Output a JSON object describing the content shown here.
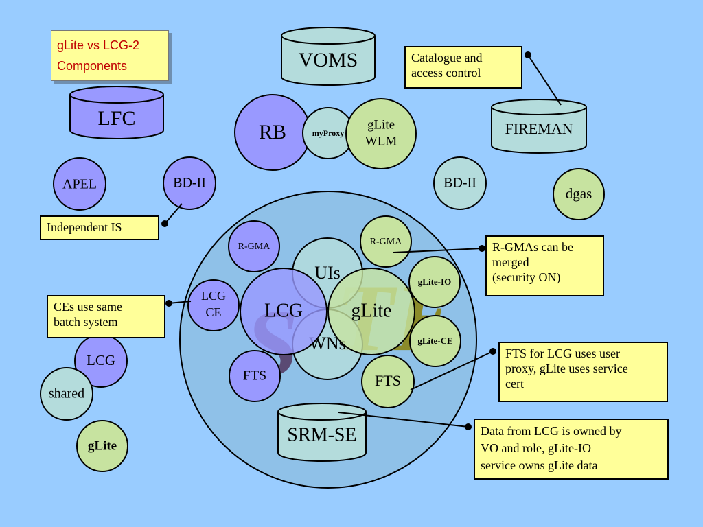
{
  "title": {
    "line1": "gLite vs LCG-2",
    "line2": "Components"
  },
  "colors": {
    "background": "#99ccff",
    "lcg_node": "#9999ff",
    "glite_node": "#c7e3a0",
    "shared_node": "#b4dcdc",
    "site_circle": "#8fc1e8",
    "note": "#ffff99"
  },
  "cylinders": {
    "voms": "VOMS",
    "lfc": "LFC",
    "fireman": "FIREMAN",
    "srm_se": "SRM-SE"
  },
  "nodes": {
    "rb": "RB",
    "myproxy": "myProxy",
    "glite_wlm_line1": "gLite",
    "glite_wlm_line2": "WLM",
    "apel": "APEL",
    "bdii_left": "BD-II",
    "bdii_right": "BD-II",
    "dgas": "dgas",
    "rgma_left": "R-GMA",
    "rgma_right": "R-GMA",
    "uis": "UIs",
    "lcg_center": "LCG",
    "glite_center": "gLite",
    "wns": "WNs",
    "lcg_ce_line1": "LCG",
    "lcg_ce_line2": "CE",
    "glite_io": "gLite-IO",
    "glite_ce": "gLite-CE",
    "fts_left": "FTS",
    "fts_right": "FTS"
  },
  "legend": {
    "lcg": "LCG",
    "shared": "shared",
    "glite": "gLite"
  },
  "watermark": {
    "s": "S",
    "te": "TE"
  },
  "notes": {
    "catalogue": [
      "Catalogue and",
      "access control"
    ],
    "independent_is": [
      "Independent IS"
    ],
    "rgma_merge": [
      "R-GMAs can be",
      "merged",
      "(security ON)"
    ],
    "ces_batch": [
      "CEs use same",
      "batch system"
    ],
    "fts_proxy": [
      "FTS for LCG uses user",
      "proxy, gLite uses service",
      "cert"
    ],
    "data_owned": [
      "Data from LCG is owned by",
      "VO and role, gLite-IO",
      "service owns gLite data"
    ]
  }
}
